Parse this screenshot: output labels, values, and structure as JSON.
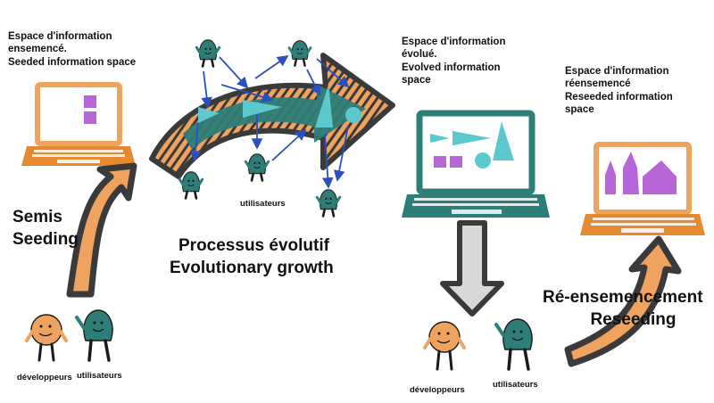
{
  "seeded_space": {
    "line1": "Espace d'information",
    "line2": "ensemencé.",
    "line3": "Seeded information space"
  },
  "evolved_space": {
    "line1": "Espace d'information",
    "line2": "évolué.",
    "line3": "Evolved information",
    "line4": "space"
  },
  "reseeded_space": {
    "line1": "Espace d'information",
    "line2": "réensemencé",
    "line3": "Reseeded information",
    "line4": "space"
  },
  "seeding": {
    "fr": "Semis",
    "en": "Seeding"
  },
  "growth": {
    "fr": "Processus évolutif",
    "en": "Evolutionary growth"
  },
  "reseeding": {
    "fr": "Ré-ensemencement",
    "en": "Reseeding"
  },
  "people": {
    "developers": "développeurs",
    "users": "utilisateurs"
  },
  "colors": {
    "orange": "#f0a35e",
    "orange_dark": "#e58a2e",
    "teal": "#2d7d78",
    "teal_dark": "#1f5e5a",
    "cyan_shape": "#5cc9cf",
    "purple_shape": "#b766d8",
    "arrow_outline": "#3a3a3a",
    "connector_blue": "#2a4fbf"
  }
}
